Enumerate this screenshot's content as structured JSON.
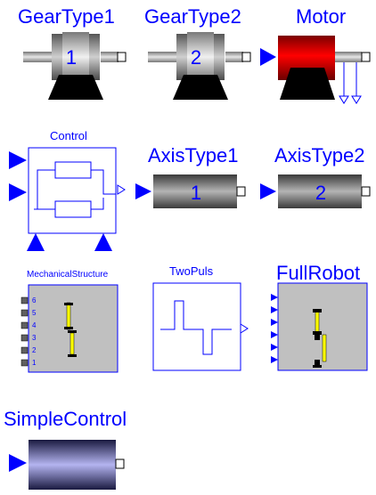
{
  "components": {
    "gear1": {
      "title": "GearType1",
      "number": "1"
    },
    "gear2": {
      "title": "GearType2",
      "number": "2"
    },
    "motor": {
      "title": "Motor"
    },
    "control": {
      "title": "Control"
    },
    "axis1": {
      "title": "AxisType1",
      "number": "1"
    },
    "axis2": {
      "title": "AxisType2",
      "number": "2"
    },
    "mech": {
      "title": "MechanicalStructure",
      "pins": [
        "6",
        "5",
        "4",
        "3",
        "2",
        "1"
      ]
    },
    "twopuls": {
      "title": "TwoPuls"
    },
    "fullrobot": {
      "title": "FullRobot"
    },
    "simplecontrol": {
      "title": "SimpleControl"
    }
  },
  "colors": {
    "title": "#0000ff",
    "motor_red": "#ff0000",
    "port_blue": "#0000ff",
    "panel_gray": "#c0c0c0",
    "arm_yellow": "#ffff00"
  }
}
